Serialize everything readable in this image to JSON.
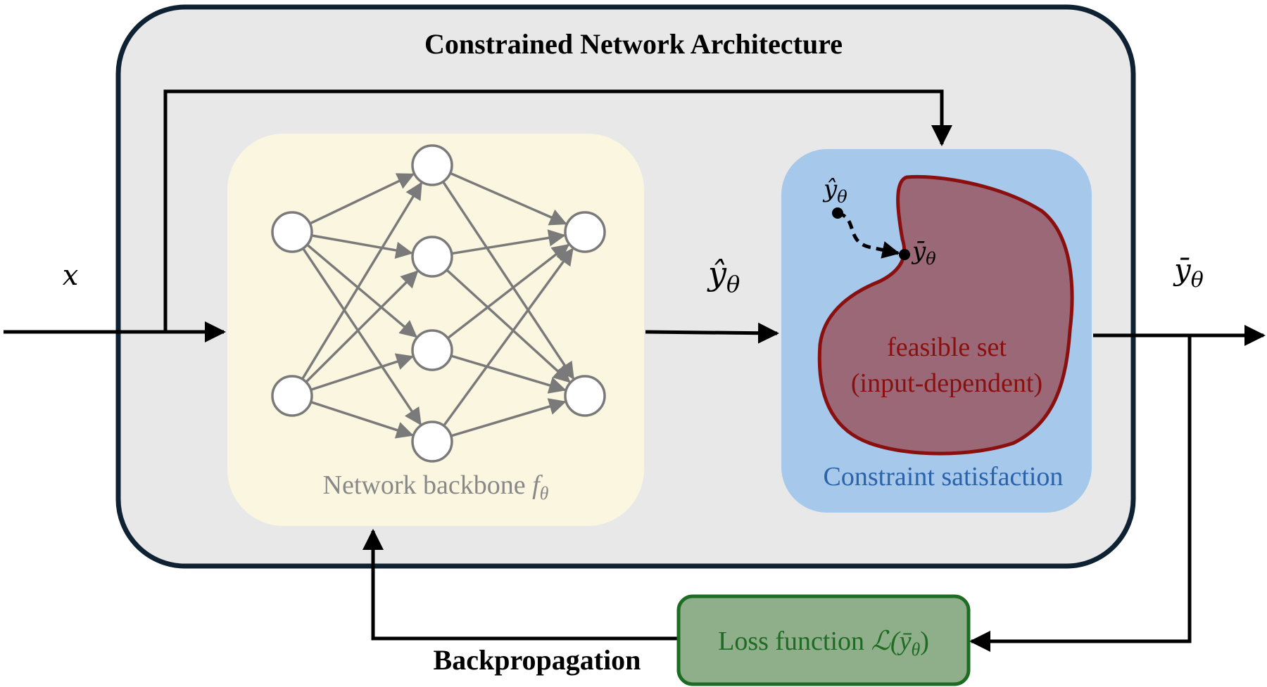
{
  "title": "Constrained Network Architecture",
  "input_symbol": "x",
  "backbone": {
    "label": "Network backbone ",
    "symbol_main": "f",
    "symbol_sub": "θ"
  },
  "intermediate": {
    "main": "ŷ",
    "sub": "θ"
  },
  "constraint": {
    "label": "Constraint satisfaction",
    "feasible_line1": "feasible set",
    "feasible_line2": "(input-dependent)",
    "point_hat": {
      "main": "ŷ",
      "sub": "θ"
    },
    "point_bar": {
      "main": "ȳ",
      "sub": "θ"
    }
  },
  "output": {
    "main": "ȳ",
    "sub": "θ"
  },
  "loss": {
    "label": "Loss function ",
    "symbol_main": "ℒ(ȳ",
    "symbol_sub": "θ",
    "symbol_close": ")"
  },
  "backprop_label": "Backpropagation",
  "network_layers": [
    2,
    4,
    2
  ],
  "colors": {
    "outer_fill": "#e8e8e8",
    "outer_stroke": "#0f2233",
    "backbone_fill": "#fbf6e0",
    "constraint_fill": "#a5c8eb",
    "feasible_fill": "#9b6878",
    "feasible_stroke": "#8a1010",
    "loss_fill": "#8faf8b",
    "loss_stroke": "#1e6b23",
    "nn_gray": "#7a7a7a",
    "blue_text": "#2c63a8",
    "green_text": "#1e6b23",
    "red_text": "#8a1010"
  }
}
